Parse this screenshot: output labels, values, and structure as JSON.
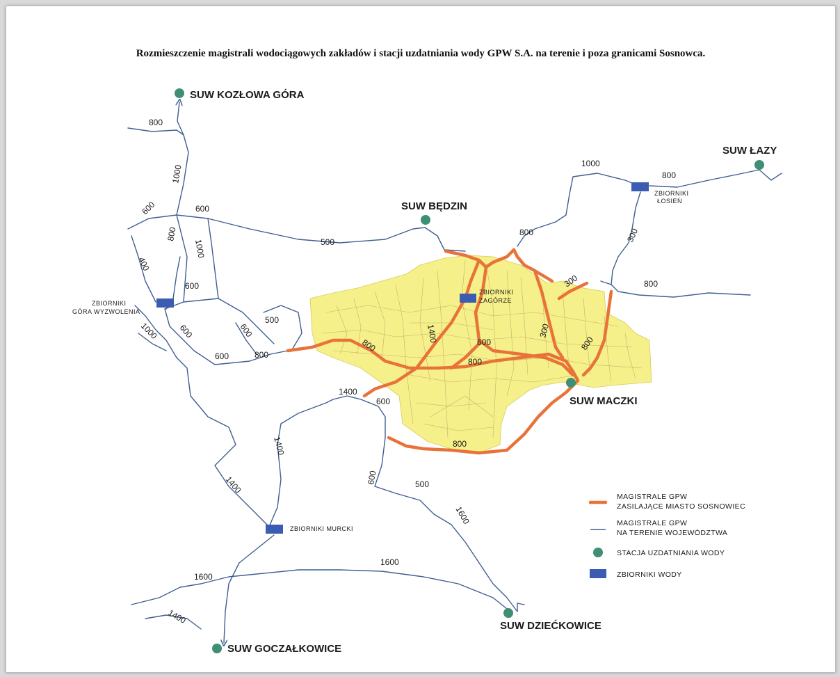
{
  "title": "Rozmieszczenie magistrali wodociągowych zakładów i stacji uzdatniania wody GPW S.A. na terenie i poza granicami Sosnowca.",
  "colors": {
    "city_fill": "#f6f08a",
    "main_pipe": "#e8733a",
    "regional_pipe": "#3f5f92",
    "station": "#3e8f73",
    "reservoir": "#3b5cb0"
  },
  "stations": {
    "kozlowa_gora": "SUW KOZŁOWA GÓRA",
    "lazy": "SUW ŁAZY",
    "bedzin": "SUW BĘDZIN",
    "maczki": "SUW MACZKI",
    "dzieckowice": "SUW DZIEĆKOWICE",
    "goczalkowice": "SUW GOCZAŁKOWICE"
  },
  "reservoirs": {
    "losien": [
      "ZBIORNIKI",
      "ŁOSIEŃ"
    ],
    "zagorze": [
      "ZBIORNIKI",
      "ZAGÓRZE"
    ],
    "gora_wyzwolenia": [
      "ZBIORNIKI",
      "GÓRA WYZWOLENIA"
    ],
    "murcki": "ZBIORNIKI MURCKI"
  },
  "pipe_labels": {
    "p800_top": "800",
    "p1000_kozlowa": "1000",
    "p600_left": "600",
    "p600_left2": "600",
    "p800_left": "800",
    "p1000_left": "1000",
    "p400_left": "400",
    "p600_mid": "600",
    "p500_bedzin": "500",
    "p800_bedzin": "800",
    "p1000_lazy": "1000",
    "p800_lazy": "800",
    "p300_losien": "300",
    "p300_city": "300",
    "p800_east": "800",
    "p1000_gw": "1000",
    "p600_gw": "600",
    "p600_loop": "600",
    "p500_loop": "500",
    "p600_bottom": "600",
    "p800_bottom": "800",
    "p800_city": "800",
    "p1400_city": "1400",
    "p600_city": "600",
    "p300_city2": "300",
    "p800_city2": "800",
    "p800_city3": "800",
    "p1400_entry": "1400",
    "p600_entry": "600",
    "p800_south": "800",
    "p1400_murcki": "1400",
    "p1400_sw": "1400",
    "p600_south": "600",
    "p500_south": "500",
    "p1600_se": "1600",
    "p1600_mid": "1600",
    "p1600_west": "1600",
    "p1400_goczal": "1400"
  },
  "legend": {
    "main_line1": "MAGISTRALE GPW",
    "main_line2": "ZASILAJĄCE MIASTO SOSNOWIEC",
    "regional_line1": "MAGISTRALE GPW",
    "regional_line2": "NA TERENIE WOJEWÓDZTWA",
    "station": "STACJA UZDATNIANIA WODY",
    "reservoir": "ZBIORNIKI WODY"
  }
}
